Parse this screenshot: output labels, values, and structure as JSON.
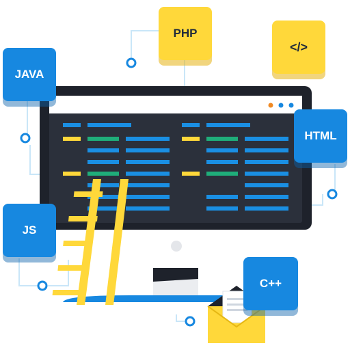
{
  "tiles": {
    "java": "JAVA",
    "php": "PHP",
    "code": "</>",
    "html": "HTML",
    "js": "JS",
    "cpp": "C++"
  },
  "icons": {
    "ladder": "ladder-icon",
    "envelope": "envelope-icon",
    "monitor": "monitor-icon"
  },
  "colors": {
    "blue": "#1788e0",
    "yellow": "#ffd83a",
    "screen": "#2b303b",
    "code_blue": "#1a8fe3",
    "code_green": "#1fae7a",
    "code_yellow": "#ffd83a"
  }
}
